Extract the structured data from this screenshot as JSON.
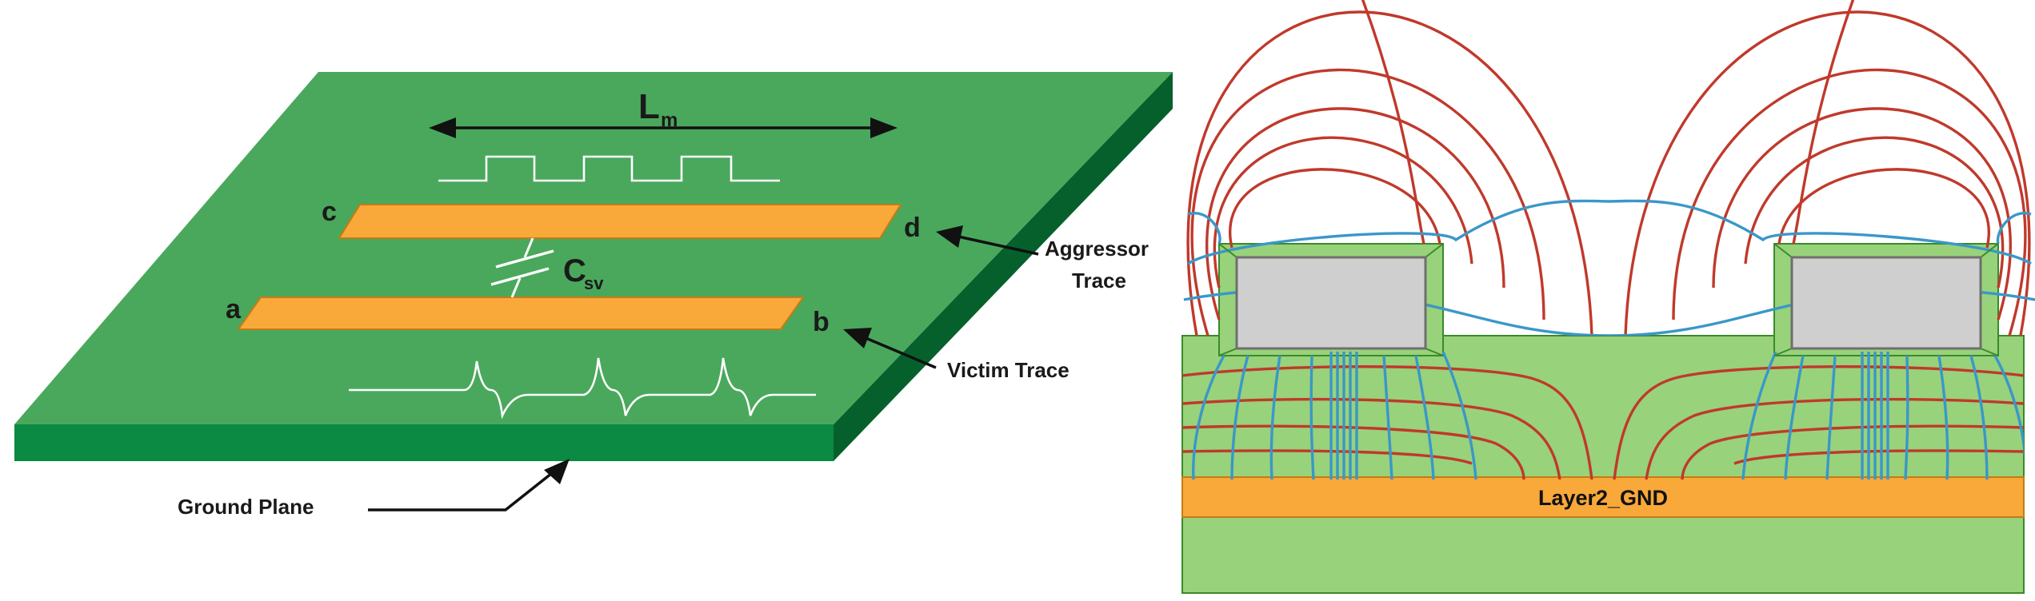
{
  "left_diagram": {
    "length_label": "L",
    "length_subscript": "m",
    "capacitance_label": "C",
    "capacitance_subscript": "sv",
    "pin_c": "c",
    "pin_d": "d",
    "pin_a": "a",
    "pin_b": "b",
    "aggressor_label_line1": "Aggressor",
    "aggressor_label_line2": "Trace",
    "victim_label": "Victim Trace",
    "ground_label": "Ground Plane"
  },
  "right_diagram": {
    "ground_layer_label": "Layer2_GND"
  },
  "colors": {
    "board_top": "#4aa85c",
    "board_edge": "#0a8a42",
    "trace": "#f9a83a",
    "dielectric": "#98d27b",
    "conductor": "#cfcfcf",
    "field_electric": "#c0392b",
    "field_magnetic": "#3b97c8",
    "ground_layer": "#f9a83a"
  }
}
